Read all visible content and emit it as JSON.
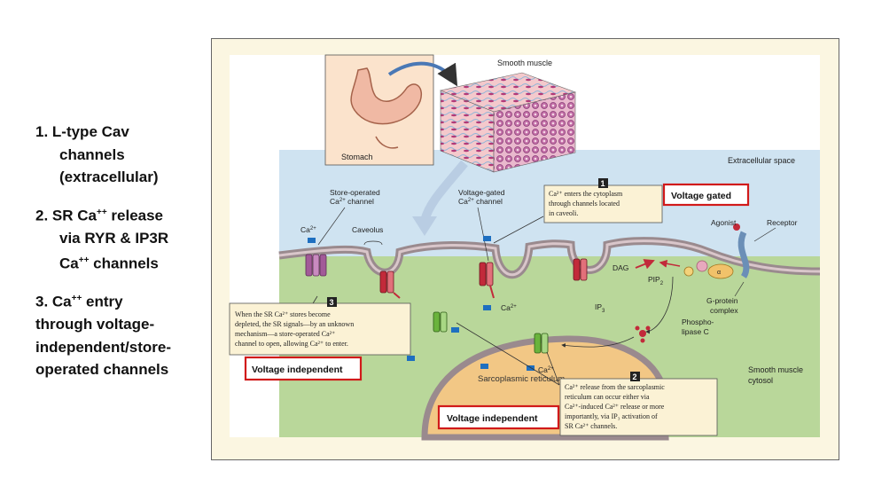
{
  "left_text": {
    "item1": [
      "1.  L-type Cav",
      "channels",
      "(extracellular)"
    ],
    "item2": [
      "2.  SR Ca",
      "++",
      " release",
      "via RYR & IP3R",
      "Ca",
      "++",
      " channels"
    ],
    "item3": [
      "3.  Ca",
      "++",
      " entry",
      "through voltage-",
      "independent/store-",
      "operated channels"
    ]
  },
  "diagram": {
    "stomach_label": "Stomach",
    "smooth_muscle_label": "Smooth muscle",
    "extracellular_label": "Extracellular space",
    "cytosol_label": [
      "Smooth muscle",
      "cytosol"
    ],
    "store_operated_label": [
      "Store-operated",
      "Ca",
      "2+",
      " channel"
    ],
    "voltage_gated_label": [
      "Voltage-gated",
      "Ca",
      "2+",
      " channel"
    ],
    "caveolus_label": "Caveolus",
    "ca_label": "Ca",
    "ca_sup": "2+",
    "agonist_label": "Agonist",
    "receptor_label": "Receptor",
    "dag_label": "DAG",
    "pip2_label": "PIP",
    "pip2_sub": "2",
    "ip3_label": "IP",
    "ip3_sub": "3",
    "gprotein_label": [
      "G-protein",
      "complex"
    ],
    "phospho_label": [
      "Phospho-",
      "lipase C"
    ],
    "alpha_label": "α",
    "sr_label": "Sarcoplasmic reticulum",
    "box1_num": "1",
    "box1_text": [
      "Ca²⁺ enters the cytoplasm",
      "through channels located",
      "in caveoli."
    ],
    "box2_num": "2",
    "box2_text": [
      "Ca²⁺ release from the sarcoplasmic",
      "reticulum can occur either via",
      "Ca²⁺-induced Ca²⁺ release or more",
      "importantly, via IP₃ activation of",
      "SR Ca²⁺ channels."
    ],
    "box3_num": "3",
    "box3_text": [
      "When the SR Ca²⁺ stores become",
      "depleted, the SR signals—by an unknown",
      "mechanism—a store-operated Ca²⁺",
      "channel to open, allowing Ca²⁺ to enter."
    ],
    "callout_voltage_gated": "Voltage gated",
    "callout_voltage_independent_1": "Voltage independent",
    "callout_voltage_independent_2": "Voltage independent"
  },
  "colors": {
    "callout_border": "#d11a1a",
    "ca_square": "#1e6fc0",
    "membrane": "#9a8a8e",
    "sr_fill": "#f2c785",
    "cytosol": "#b9d79a",
    "extracellular": "#c9e0ef",
    "channel_red": "#c22a3a",
    "channel_green": "#6ab33c",
    "channel_purple": "#a25a98"
  }
}
